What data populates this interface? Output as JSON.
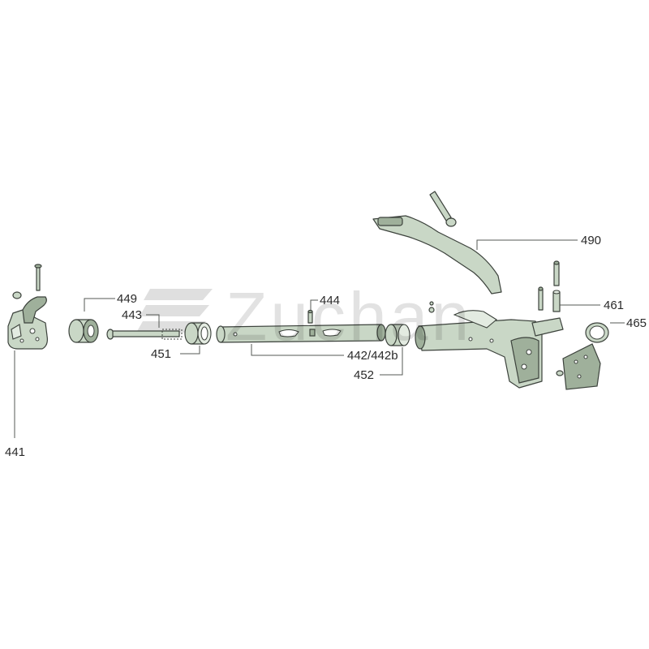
{
  "watermark": {
    "text": "Zuchan"
  },
  "callouts": {
    "p441": "441",
    "p449": "449",
    "p443": "443",
    "p451": "451",
    "p444": "444",
    "p442": "442/442b",
    "p452": "452",
    "p490": "490",
    "p461": "461",
    "p465": "465"
  },
  "colors": {
    "part_fill": "#c9d7c6",
    "outline": "#3c423c"
  }
}
